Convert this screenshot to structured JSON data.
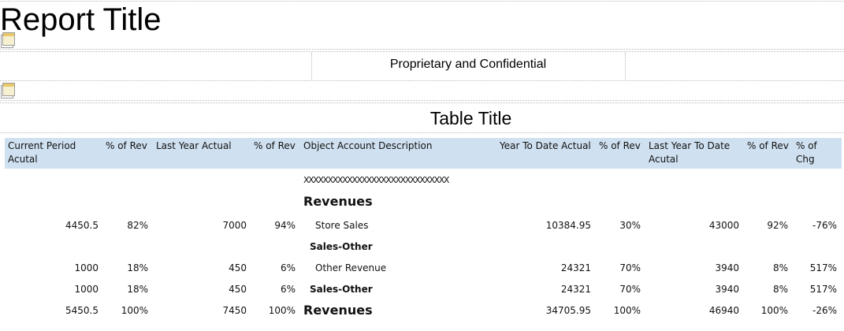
{
  "report": {
    "title": "Report Title",
    "confidential": "Proprietary and Confidential",
    "table_title": "Table Title"
  },
  "columns": [
    "Current Period Acutal",
    "% of Rev",
    "Last Year Actual",
    "% of Rev",
    "Object Account Description",
    "Year To Date Actual",
    "% of Rev",
    "Last Year To Date Acutal",
    "% of Rev",
    "% of Chg"
  ],
  "placeholder_row": "XXXXXXXXXXXXXXXXXXXXXXXXXXXXXX",
  "rows": [
    {
      "desc": "Revenues"
    },
    {
      "cp": "4450.5",
      "cp_pct": "82%",
      "ly": "7000",
      "ly_pct": "94%",
      "desc": "Store Sales",
      "ytd": "10384.95",
      "ytd_pct": "30%",
      "lytd": "43000",
      "lytd_pct": "92%",
      "chg": "-76%"
    },
    {
      "desc": "Sales-Other"
    },
    {
      "cp": "1000",
      "cp_pct": "18%",
      "ly": "450",
      "ly_pct": "6%",
      "desc": "Other Revenue",
      "ytd": "24321",
      "ytd_pct": "70%",
      "lytd": "3940",
      "lytd_pct": "8%",
      "chg": "517%"
    },
    {
      "cp": "1000",
      "cp_pct": "18%",
      "ly": "450",
      "ly_pct": "6%",
      "desc": "Sales-Other",
      "ytd": "24321",
      "ytd_pct": "70%",
      "lytd": "3940",
      "lytd_pct": "8%",
      "chg": "517%"
    },
    {
      "cp": "5450.5",
      "cp_pct": "100%",
      "ly": "7450",
      "ly_pct": "100%",
      "desc": "Revenues",
      "ytd": "34705.95",
      "ytd_pct": "100%",
      "lytd": "46940",
      "lytd_pct": "100%",
      "chg": "-26%"
    }
  ]
}
